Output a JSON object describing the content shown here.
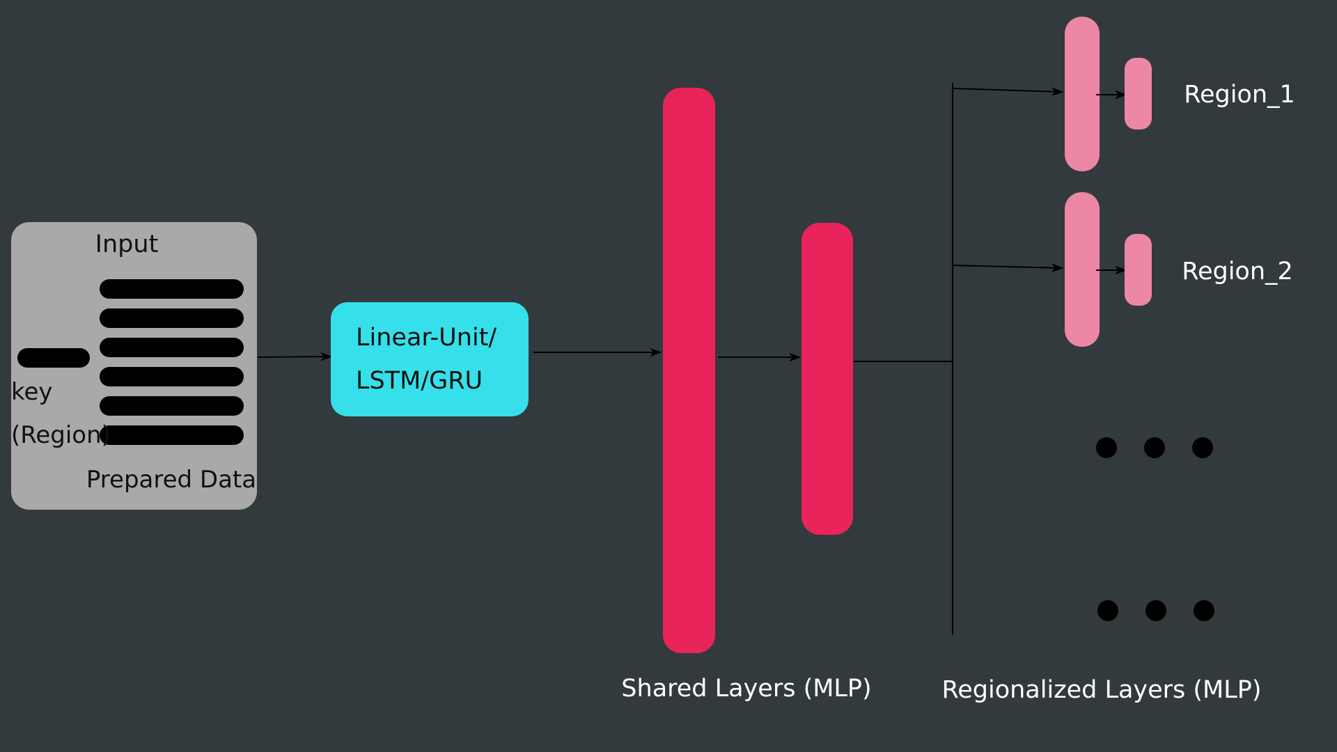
{
  "input": {
    "title": "Input",
    "key_label": "key",
    "region_label": "(Region)",
    "prepared_label": "Prepared Data",
    "box_color": "#a9a9a9",
    "bar_color": "#000000"
  },
  "encoder": {
    "line1": "Linear-Unit/",
    "line2": "LSTM/GRU",
    "color": "#35e0ea"
  },
  "shared": {
    "caption": "Shared Layers (MLP)",
    "color": "#e8245a"
  },
  "regional": {
    "caption": "Regionalized Layers (MLP)",
    "color": "#ec87a5",
    "regions": [
      "Region_1",
      "Region_2"
    ]
  },
  "colors": {
    "background": "#333a3d",
    "line": "#000000",
    "text_light": "#ffffff",
    "text_dark": "#111111"
  }
}
